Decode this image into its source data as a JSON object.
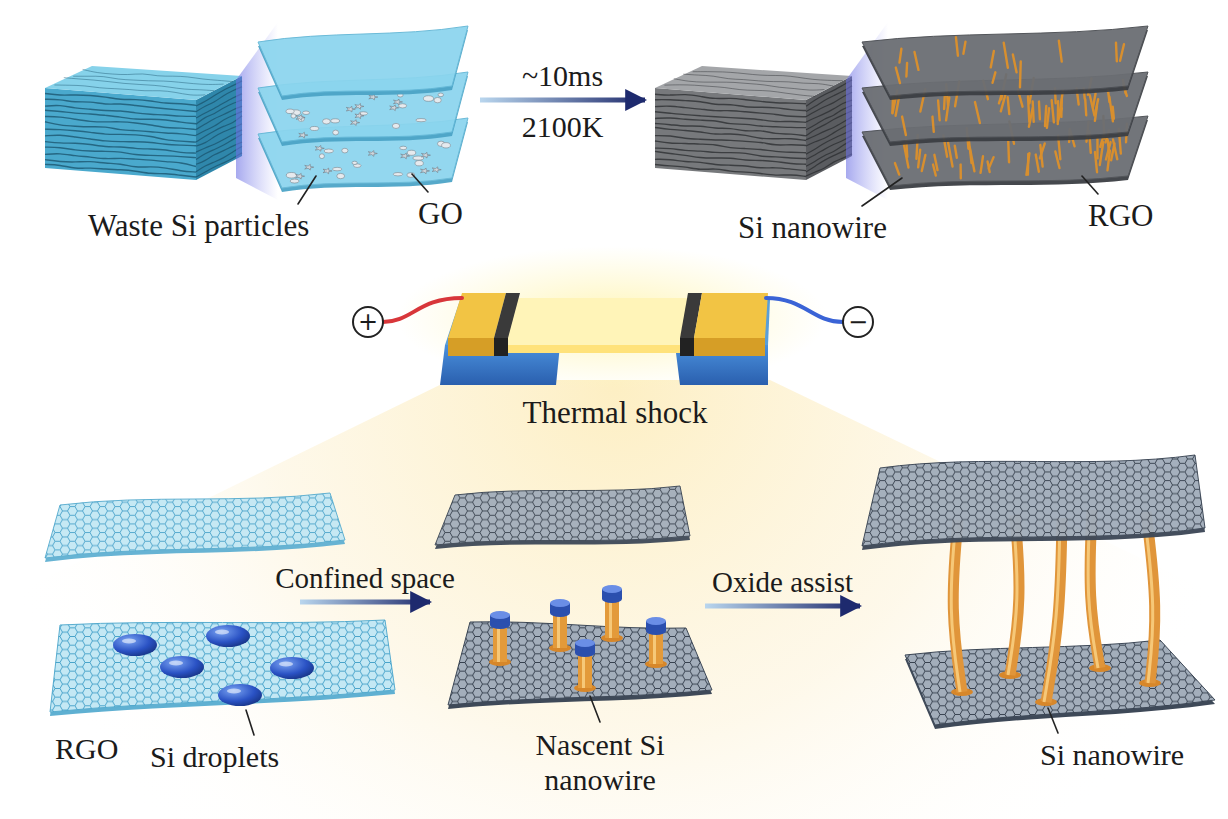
{
  "diagram": {
    "nodes": [
      {
        "text": [
          "Waste Si particles",
          "GO"
        ]
      },
      {
        "text": [
          "Si nanowire",
          "RGO"
        ]
      },
      {
        "text": [
          "RGO",
          "Si droplets"
        ]
      },
      {
        "text": [
          "Nascent Si nanowire"
        ]
      },
      {
        "text": [
          "Si nanowire"
        ]
      }
    ],
    "edges": [
      {
        "from": 0,
        "to": 1,
        "arrow": "to",
        "label": "~10ms"
      },
      {
        "from": 2,
        "to": 3,
        "arrow": "to",
        "label": "Confined space"
      },
      {
        "from": 3,
        "to": 4,
        "arrow": "to",
        "label": "Oxide assist"
      }
    ],
    "labels": [
      "2100K",
      "+",
      "−",
      "Thermal shock"
    ]
  }
}
